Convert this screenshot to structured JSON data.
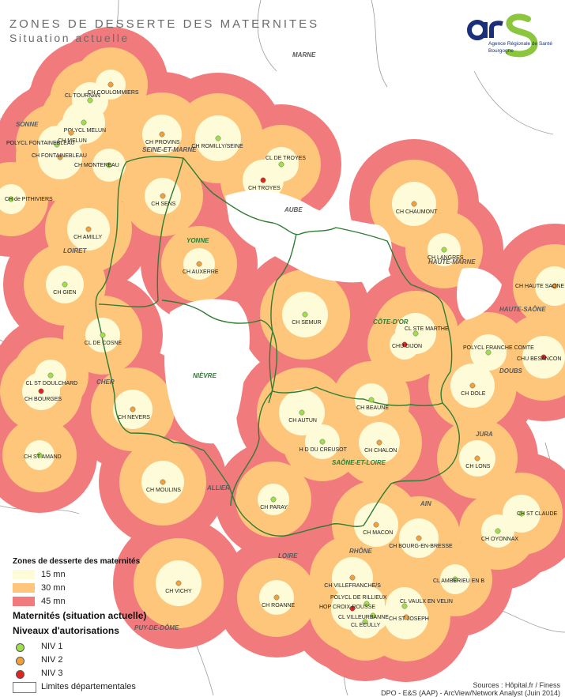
{
  "title": "ZONES DE DESSERTE DES MATERNITES",
  "subtitle": "Situation actuelle",
  "logo": {
    "wordmark": "ars",
    "line1": "Agence Régionale de Santé",
    "line2": "Bourgogne"
  },
  "colors": {
    "zone15": "#fefbd8",
    "zone30": "#fdc67b",
    "zone45": "#f17a7c",
    "niv1": "#9fe04a",
    "niv2": "#f2a13a",
    "niv3": "#e0251f",
    "border_region": "#2e7d32",
    "border_other": "#8a8a8a"
  },
  "departments": [
    {
      "label": "MARNE"
    },
    {
      "label": "SONNE"
    },
    {
      "label": "SEINE-ET-MARNE"
    },
    {
      "label": "AUBE"
    },
    {
      "label": "YONNE"
    },
    {
      "label": "LOIRET"
    },
    {
      "label": "HAUTE-MARNE"
    },
    {
      "label": "HAUTE-SAÔNE"
    },
    {
      "label": "CÔTE-D'OR"
    },
    {
      "label": "NIÈVRE"
    },
    {
      "label": "CHER"
    },
    {
      "label": "DOUBS"
    },
    {
      "label": "JURA"
    },
    {
      "label": "SAÔNE-ET-LOIRE"
    },
    {
      "label": "ALLIER"
    },
    {
      "label": "AIN"
    },
    {
      "label": "LOIRE"
    },
    {
      "label": "RHÔNE"
    },
    {
      "label": "PUY-DE-DÔME"
    }
  ],
  "maternites": [
    {
      "name": "CH COULOMMIERS",
      "level": 2
    },
    {
      "name": "CL TOURNAN",
      "level": 1
    },
    {
      "name": "POLYCL MELUN",
      "level": 1
    },
    {
      "name": "CH MELUN",
      "level": 2
    },
    {
      "name": "POLYCL FONTAINEBLEAU",
      "level": 1
    },
    {
      "name": "CH FONTAINEBLEAU",
      "level": 2
    },
    {
      "name": "CH MONTEREAU",
      "level": 1
    },
    {
      "name": "CH PROVINS",
      "level": 2
    },
    {
      "name": "CH ROMILLY/SEINE",
      "level": 1
    },
    {
      "name": "CL DE TROYES",
      "level": 1
    },
    {
      "name": "CH TROYES",
      "level": 3
    },
    {
      "name": "CH de PITHIVIERS",
      "level": 1
    },
    {
      "name": "CH SENS",
      "level": 2
    },
    {
      "name": "CH AMILLY",
      "level": 2
    },
    {
      "name": "CH AUXERRE",
      "level": 2
    },
    {
      "name": "CH GIEN",
      "level": 1
    },
    {
      "name": "CH CHAUMONT",
      "level": 2
    },
    {
      "name": "CH LANGRES",
      "level": 1
    },
    {
      "name": "CH HAUTE SAONE",
      "level": 2
    },
    {
      "name": "CH SEMUR",
      "level": 1
    },
    {
      "name": "CL DE COSNE",
      "level": 1
    },
    {
      "name": "CL STE MARTHE",
      "level": 1
    },
    {
      "name": "CHU DIJON",
      "level": 3
    },
    {
      "name": "POLYCL FRANCHE COMTE",
      "level": 1
    },
    {
      "name": "CHU BESANCON",
      "level": 3
    },
    {
      "name": "CL ST DOULCHARD",
      "level": 1
    },
    {
      "name": "CH BOURGES",
      "level": 3
    },
    {
      "name": "CH DOLE",
      "level": 2
    },
    {
      "name": "CH BEAUNE",
      "level": 1
    },
    {
      "name": "CH NEVERS",
      "level": 2
    },
    {
      "name": "CH AUTUN",
      "level": 1
    },
    {
      "name": "H D DU CREUSOT",
      "level": 1
    },
    {
      "name": "CH CHALON",
      "level": 2
    },
    {
      "name": "CH ST AMAND",
      "level": 1
    },
    {
      "name": "CH LONS",
      "level": 2
    },
    {
      "name": "CH MOULINS",
      "level": 2
    },
    {
      "name": "CH PARAY",
      "level": 1
    },
    {
      "name": "CH ST CLAUDE",
      "level": 1
    },
    {
      "name": "CH MACON",
      "level": 2
    },
    {
      "name": "CH OYONNAX",
      "level": 1
    },
    {
      "name": "CH BOURG-EN-BRESSE",
      "level": 2
    },
    {
      "name": "CH VICHY",
      "level": 2
    },
    {
      "name": "CH ROANNE",
      "level": 2
    },
    {
      "name": "CH VILLEFRANCHE/S",
      "level": 2
    },
    {
      "name": "CL AMBERIEU EN B",
      "level": 1
    },
    {
      "name": "POLYCL DE RILLIEUX",
      "level": 1
    },
    {
      "name": "HOP CROIX-ROUSSE",
      "level": 3
    },
    {
      "name": "CL VILLEURBANNE",
      "level": 1
    },
    {
      "name": "CL VAULX EN VELIN",
      "level": 1
    },
    {
      "name": "CH ST JOSEPH",
      "level": 2
    },
    {
      "name": "CL ECULLY",
      "level": 1
    }
  ],
  "legend": {
    "zones_title": "Zones de desserte des maternités",
    "zones": [
      {
        "label": "15 mn"
      },
      {
        "label": "30 mn"
      },
      {
        "label": "45 mn"
      }
    ],
    "maternites_title": "Maternités (situation actuelle)",
    "niveaux_title": "Niveaux d'autorisations",
    "niveaux": [
      {
        "label": "NIV 1"
      },
      {
        "label": "NIV 2"
      },
      {
        "label": "NIV 3"
      }
    ],
    "limits_label": "Limites départementales"
  },
  "sources_line1": "Sources : Hôpital.fr / Finess",
  "sources_line2": "DPO - E&S (AAP) - ArcView/Network Analyst (Juin 2014)"
}
